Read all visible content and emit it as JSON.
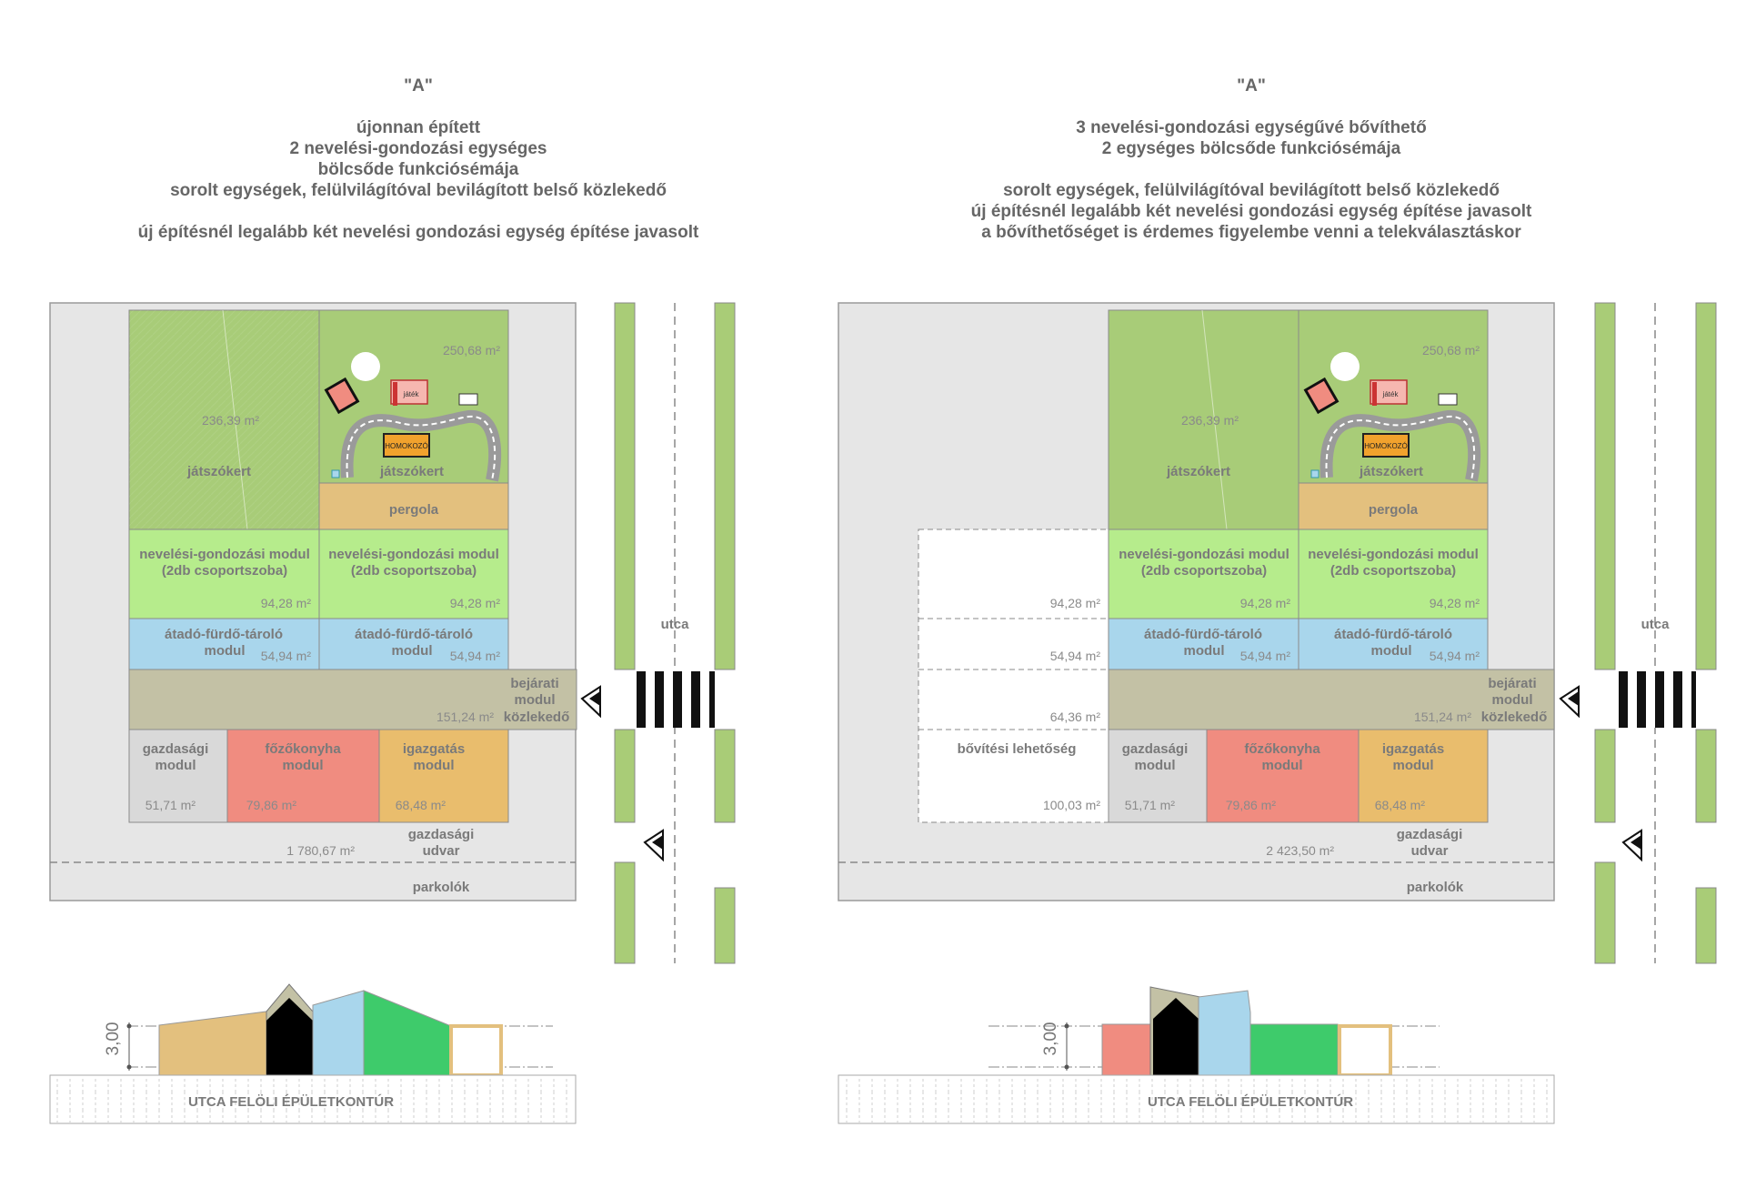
{
  "left": {
    "code": "\"A\"",
    "title_lines": [
      "újonnan épített",
      "2 nevelési-gondozási egységes",
      "bölcsőde funkciósémája",
      "sorolt egységek, felülvilágítóval bevilágított belső közlekedő"
    ],
    "note": "új építésnél legalább két nevelési gondozási egység építése javasolt",
    "plot_area": "1 780,67 m²",
    "garden1": {
      "label": "játszókert",
      "area": "236,39 m²"
    },
    "garden2": {
      "label": "játszókert",
      "area": "250,68 m²"
    },
    "pergola": "pergola",
    "care1": {
      "l1": "nevelési-gondozási modul",
      "l2": "(2db csoportszoba)",
      "area": "94,28 m²"
    },
    "care2": {
      "l1": "nevelési-gondozási modul",
      "l2": "(2db csoportszoba)",
      "area": "94,28 m²"
    },
    "bath1": {
      "l1": "átadó-fürdő-tároló",
      "l2": "modul",
      "area": "54,94 m²"
    },
    "bath2": {
      "l1": "átadó-fürdő-tároló",
      "l2": "modul",
      "area": "54,94 m²"
    },
    "corridor": {
      "l1": "bejárati",
      "l2": "modul",
      "l3": "közlekedő",
      "area": "151,24 m²"
    },
    "econ": {
      "l1": "gazdasági",
      "l2": "modul",
      "area": "51,71 m²"
    },
    "kitchen": {
      "l1": "főzőkonyha",
      "l2": "modul",
      "area": "79,86 m²"
    },
    "admin": {
      "l1": "igazgatás",
      "l2": "modul",
      "area": "68,48 m²"
    },
    "yard": {
      "l1": "gazdasági",
      "l2": "udvar"
    },
    "parking": "parkolók",
    "street": "utca",
    "contour": "UTCA FELÖLI ÉPÜLETKONTÚR",
    "height": "3,00",
    "play": {
      "sand": "HOMOKOZÓ",
      "toy": "játék"
    }
  },
  "right": {
    "code": "\"A\"",
    "title_lines": [
      "3 nevelési-gondozási egységűvé bővíthető",
      "2 egységes bölcsőde funkciósémája"
    ],
    "title_lines2": [
      "sorolt egységek, felülvilágítóval bevilágított belső közlekedő",
      "új építésnél legalább két nevelési gondozási egység építése javasolt",
      "a bővíthetőséget is érdemes figyelembe venni a telekválasztáskor"
    ],
    "plot_area": "2 423,50 m²",
    "garden1": {
      "label": "játszókert",
      "area": "236,39 m²"
    },
    "garden2": {
      "label": "játszókert",
      "area": "250,68 m²"
    },
    "pergola": "pergola",
    "care1": {
      "l1": "nevelési-gondozási modul",
      "l2": "(2db csoportszoba)",
      "area": "94,28 m²"
    },
    "care2": {
      "l1": "nevelési-gondozási modul",
      "l2": "(2db csoportszoba)",
      "area": "94,28 m²"
    },
    "bath1": {
      "l1": "átadó-fürdő-tároló",
      "l2": "modul",
      "area": "54,94 m²"
    },
    "bath2": {
      "l1": "átadó-fürdő-tároló",
      "l2": "modul",
      "area": "54,94 m²"
    },
    "corridor": {
      "l1": "bejárati",
      "l2": "modul",
      "l3": "közlekedő",
      "area": "151,24 m²"
    },
    "econ": {
      "l1": "gazdasági",
      "l2": "modul",
      "area": "51,71 m²"
    },
    "kitchen": {
      "l1": "főzőkonyha",
      "l2": "modul",
      "area": "79,86 m²"
    },
    "admin": {
      "l1": "igazgatás",
      "l2": "modul",
      "area": "68,48 m²"
    },
    "ext": {
      "label": "bővítési lehetőség",
      "a1": "94,28 m²",
      "a2": "54,94 m²",
      "a3": "64,36 m²",
      "a4": "100,03 m²"
    },
    "yard": {
      "l1": "gazdasági",
      "l2": "udvar"
    },
    "parking": "parkolók",
    "street": "utca",
    "contour": "UTCA FELÖLI ÉPÜLETKONTÚR",
    "height": "3,00",
    "play": {
      "sand": "HOMOKOZÓ",
      "toy": "játék"
    }
  },
  "colors": {
    "site": "#e6e6e6",
    "garden": "#a8cc78",
    "pergola": "#e3c07e",
    "care": "#b6ec8c",
    "bath": "#a9d6ec",
    "corridor": "#c3c1a5",
    "econ": "#d9d9d9",
    "kitchen": "#f08c80",
    "admin": "#e9bd6d",
    "verge": "#a9cc77",
    "label": "#7a7a7a"
  }
}
